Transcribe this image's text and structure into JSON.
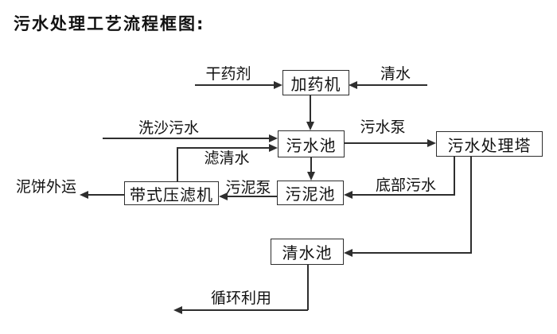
{
  "title": "污水处理工艺流程框图:",
  "nodes": {
    "dosing_machine": {
      "label": "加药机"
    },
    "sewage_pool": {
      "label": "污水池"
    },
    "treatment_tower": {
      "label": "污水处理塔"
    },
    "sludge_pool": {
      "label": "污泥池"
    },
    "belt_filter_press": {
      "label": "带式压滤机"
    },
    "clean_water_pool": {
      "label": "清水池"
    }
  },
  "flow_labels": {
    "dry_agent": "干药剂",
    "clean_water": "清水",
    "sand_wash_sewage": "洗沙污水",
    "sewage_pump": "污水泵",
    "filtered_water": "滤清水",
    "sludge_pump": "污泥泵",
    "bottom_sewage": "底部污水",
    "mud_cake_outbound": "泥饼外运",
    "recycle_use": "循环利用"
  },
  "edges": [
    {
      "from": "干药剂",
      "to": "加药机"
    },
    {
      "from": "清水",
      "to": "加药机"
    },
    {
      "from": "加药机",
      "to": "污水池"
    },
    {
      "from": "洗沙污水",
      "to": "污水池"
    },
    {
      "from": "带式压滤机",
      "to": "污水池",
      "label": "滤清水"
    },
    {
      "from": "污水池",
      "to": "污水处理塔",
      "label": "污水泵"
    },
    {
      "from": "污水池",
      "to": "污泥池"
    },
    {
      "from": "污水处理塔",
      "to": "污泥池",
      "label": "底部污水"
    },
    {
      "from": "污泥池",
      "to": "带式压滤机",
      "label": "污泥泵"
    },
    {
      "from": "带式压滤机",
      "to": "泥饼外运"
    },
    {
      "from": "污水处理塔",
      "to": "清水池"
    },
    {
      "from": "清水池",
      "to": "循环利用"
    }
  ],
  "colors": {
    "line": "#2e2e2e",
    "text": "#111111",
    "background": "#ffffff"
  }
}
